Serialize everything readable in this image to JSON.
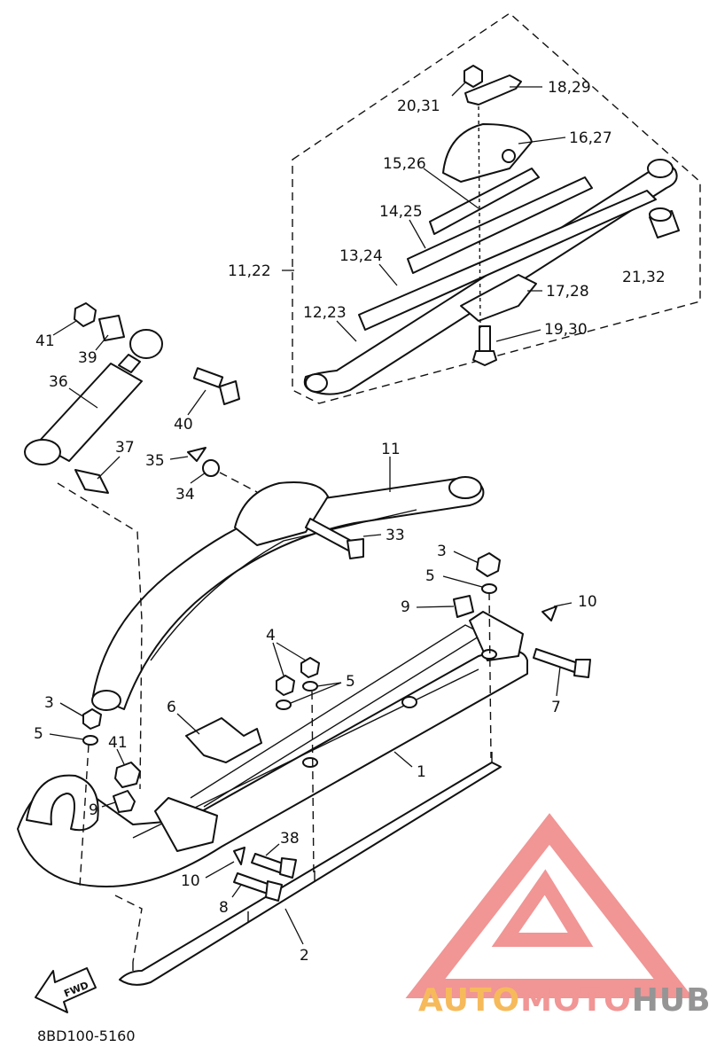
{
  "diagram_code": "8BD100-5160",
  "fwd_label": "FWD",
  "watermark": {
    "part1": "AUTO",
    "part2": "MOTO",
    "part3": "HUB",
    "color_orange": "#f6b34a",
    "color_red": "#f08a8a",
    "color_gray": "#8a8a8a"
  },
  "callouts": {
    "c18_29": "18,29",
    "c20_31": "20,31",
    "c16_27": "16,27",
    "c15_26": "15,26",
    "c14_25": "14,25",
    "c13_24": "13,24",
    "c11_22": "11,22",
    "c12_23": "12,23",
    "c17_28": "17,28",
    "c21_32": "21,32",
    "c19_30": "19,30",
    "c41a": "41",
    "c39": "39",
    "c36": "36",
    "c40": "40",
    "c37": "37",
    "c35": "35",
    "c34": "34",
    "c11": "11",
    "c33": "33",
    "c3a": "3",
    "c5a": "5",
    "c9a": "9",
    "c10a": "10",
    "c4": "4",
    "c5b": "5",
    "c7": "7",
    "c3b": "3",
    "c5c": "5",
    "c6": "6",
    "c1": "1",
    "c41b": "41",
    "c9b": "9",
    "c38": "38",
    "c10b": "10",
    "c8": "8",
    "c2": "2"
  }
}
